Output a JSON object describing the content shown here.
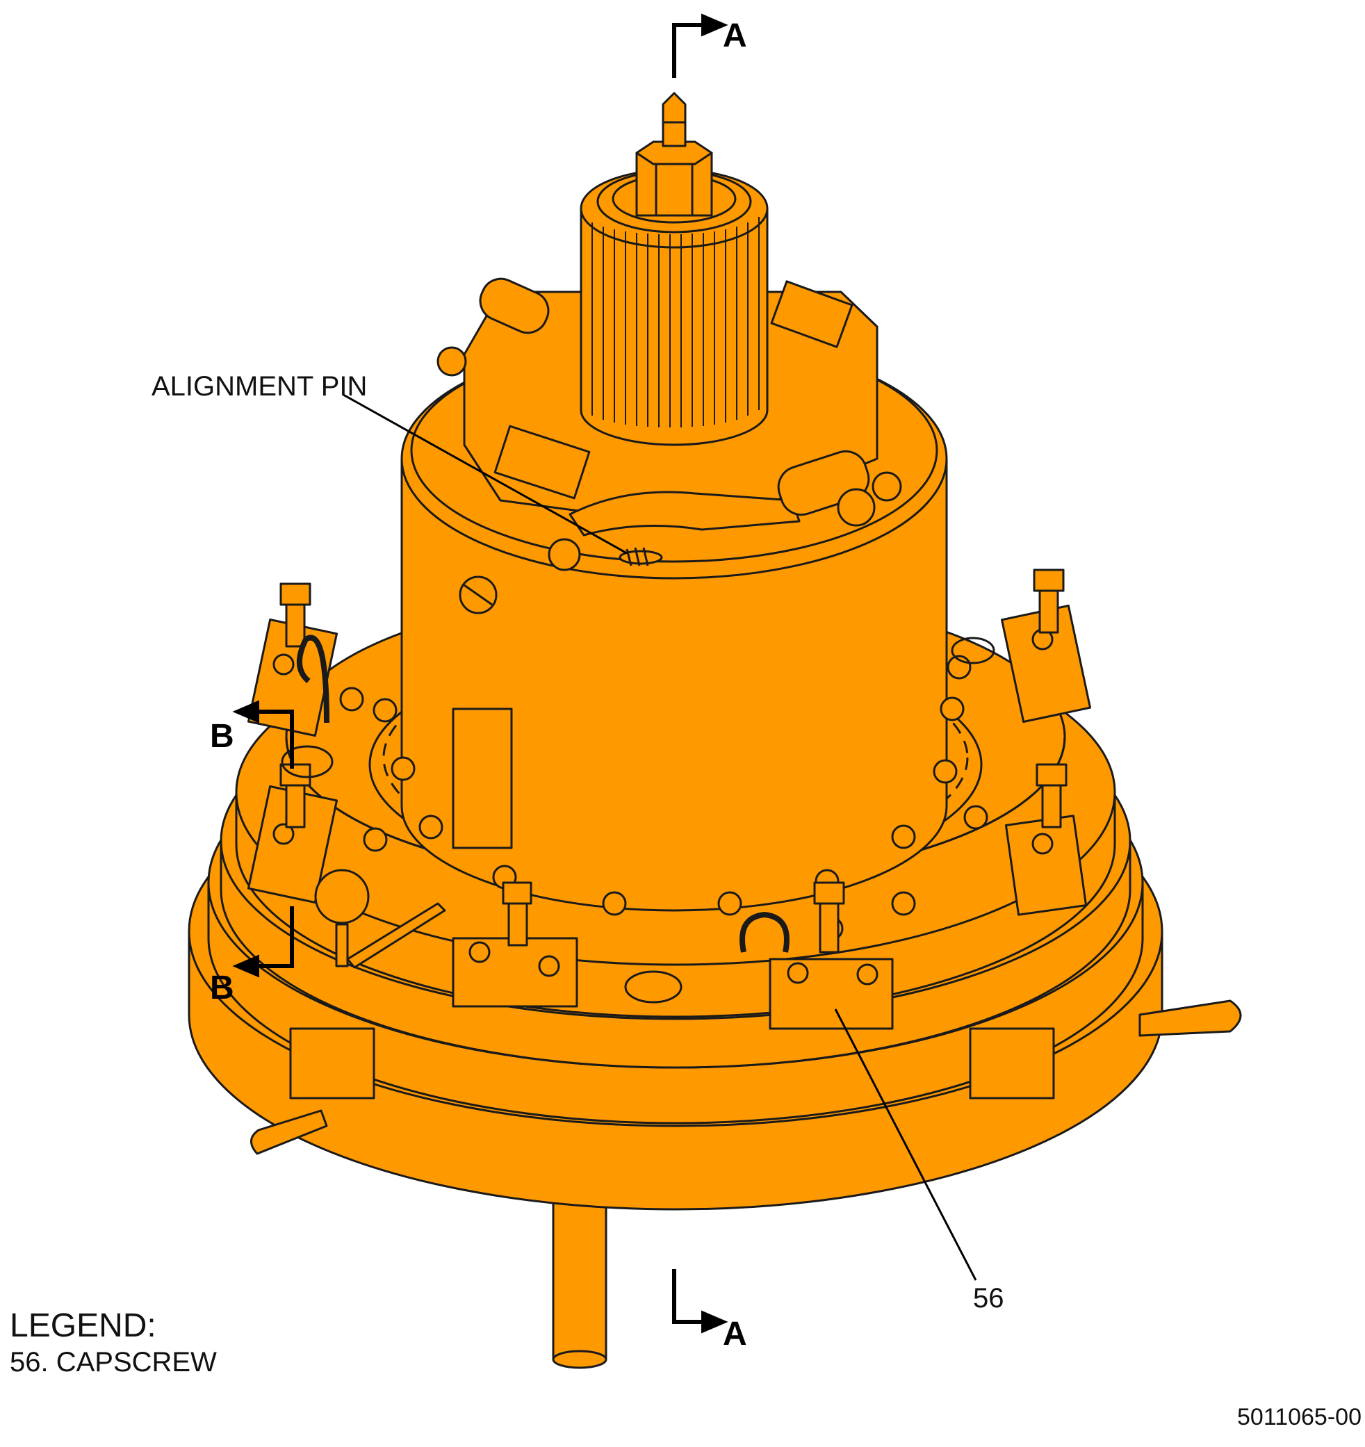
{
  "labels": {
    "alignment_pin": "ALIGNMENT PIN",
    "callout_56": "56",
    "section_a_top": "A",
    "section_a_bottom": "A",
    "section_b_top": "B",
    "section_b_bottom": "B"
  },
  "legend": {
    "title": "LEGEND:",
    "items": [
      "56. CAPSCREW"
    ]
  },
  "drawing_number": "5011065-00",
  "colors": {
    "body": "#FF9900",
    "outline": "#1A1A1A",
    "background": "#FFFFFF"
  }
}
